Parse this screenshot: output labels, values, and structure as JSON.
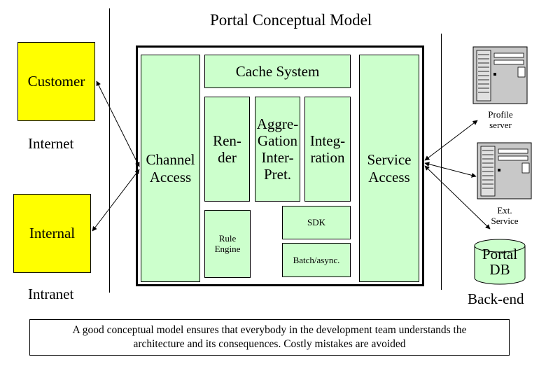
{
  "title": "Portal Conceptual Model",
  "zones": {
    "internet": "Internet",
    "intranet": "Intranet",
    "backend": "Back-end"
  },
  "users": {
    "customer": "Customer",
    "internal": "Internal"
  },
  "portal": {
    "channel_access": "Channel\nAccess",
    "cache_system": "Cache System",
    "render": "Ren-\nder",
    "aggregation": "Aggre-\nGation\nInter-\nPret.",
    "integration": "Integ-\nration",
    "service_access": "Service\nAccess",
    "rule_engine": "Rule\nEngine",
    "sdk": "SDK",
    "batch": "Batch/async."
  },
  "backend": {
    "profile_server": "Profile\nserver",
    "ext_service": "Ext.\nService",
    "portal_db": "Portal\nDB"
  },
  "caption": "A good conceptual model ensures that everybody in the development team understands the\narchitecture and its consequences. Costly mistakes are avoided",
  "colors": {
    "module_fill": "#ccffcc",
    "user_fill": "#ffff00",
    "server_fill": "#c8c8c8"
  }
}
